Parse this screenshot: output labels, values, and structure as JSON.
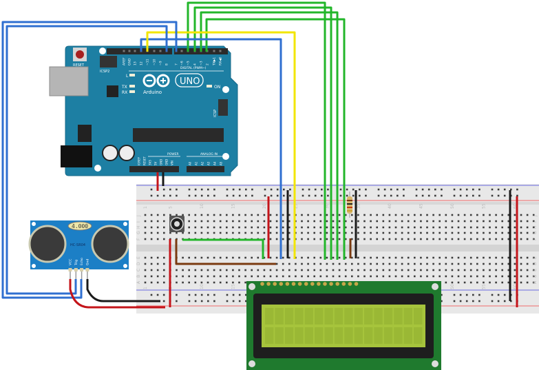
{
  "arduino": {
    "reset_label": "RESET",
    "icsp2_label": "ICSP2",
    "icsp_label": "ICSP",
    "digital_pins": [
      "AREF",
      "GND",
      "13",
      "12",
      "~11",
      "~10",
      "~9",
      "8",
      "7",
      "~6",
      "~5",
      "4",
      "~3",
      "2",
      "TX▶1",
      "RX◀0"
    ],
    "digital_label": "DIGITAL (PWM~)",
    "led_l": "L",
    "led_tx": "TX",
    "led_rx": "RX",
    "led_on": "ON",
    "brand": "Arduino",
    "model": "UNO",
    "power_label": "POWER",
    "power_pins": [
      "IOREF",
      "RESET",
      "3V3",
      "5V",
      "GND",
      "GND",
      "VIN"
    ],
    "analog_label": "ANALOG IN",
    "analog_pins": [
      "A0",
      "A1",
      "A2",
      "A3",
      "A4",
      "A5"
    ],
    "colors": {
      "board": "#1d7fa3",
      "header": "#2a2a2a"
    }
  },
  "sensor": {
    "crystal_label": "4.000",
    "model": "HC-SR04",
    "pins": [
      "VCC",
      "Trig",
      "Echo",
      "Gnd"
    ],
    "colors": {
      "board": "#1c7fc6"
    }
  },
  "breadboard": {
    "column_numbers": [
      "1",
      "5",
      "10",
      "15",
      "20",
      "25",
      "30",
      "35",
      "40",
      "45",
      "50",
      "55",
      "60"
    ],
    "row_letters_top": [
      "J",
      "I",
      "H",
      "G",
      "F"
    ],
    "row_letters_bottom": [
      "E",
      "D",
      "C",
      "B",
      "A"
    ]
  },
  "lcd": {
    "colors": {
      "pcb": "#1f7a2e",
      "screen": "#a6c43c"
    }
  },
  "wire_colors": {
    "blue": "#2f6fd0",
    "yellow": "#f2e600",
    "green": "#22b62a",
    "red": "#c4141a",
    "black": "#1a1a1a",
    "brown": "#7a3a10"
  }
}
